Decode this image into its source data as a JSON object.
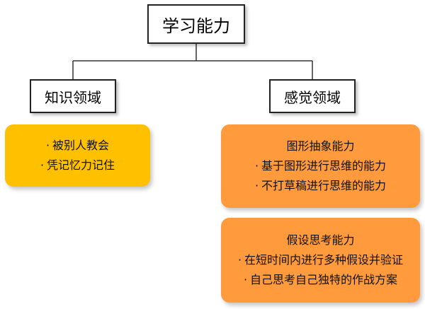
{
  "root": {
    "label": "学习能力"
  },
  "branches": [
    {
      "label": "知识领域",
      "cards": [
        {
          "heading": "",
          "items": [
            "被别人教会",
            "凭记忆力记住"
          ],
          "color": "#FFC000"
        }
      ]
    },
    {
      "label": "感觉领域",
      "cards": [
        {
          "heading": "图形抽象能力",
          "items": [
            "基于图形进行思维的能力",
            "不打草稿进行思维的能力"
          ],
          "color": "#FF9B3D"
        },
        {
          "heading": "假设思考能力",
          "items": [
            "在短时间内进行多种假设并验证",
            "自己思考自己独特的作战方案"
          ],
          "color": "#FF9B3D"
        }
      ]
    }
  ],
  "bullet_symbol": "·",
  "colors": {
    "connector": "#333333",
    "box_border": "#222222"
  }
}
